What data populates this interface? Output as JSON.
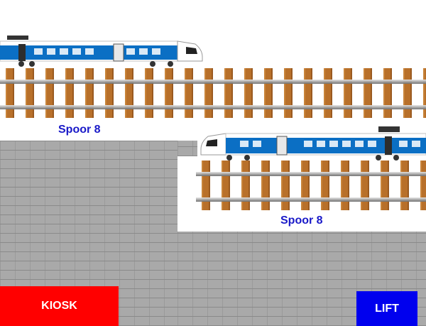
{
  "platforms": {
    "upper_label": "Spoor 8",
    "lower_label": "Spoor 8"
  },
  "buttons": {
    "kiosk": "KIOSK",
    "lift": "LIFT"
  },
  "colors": {
    "kiosk": "#ff0000",
    "lift": "#0000ee",
    "platform_label": "#1919c8",
    "train_blue": "#0b6fc4",
    "sleeper": "#b8702a"
  },
  "icons": {
    "train": "train-icon",
    "track": "railway-track"
  }
}
